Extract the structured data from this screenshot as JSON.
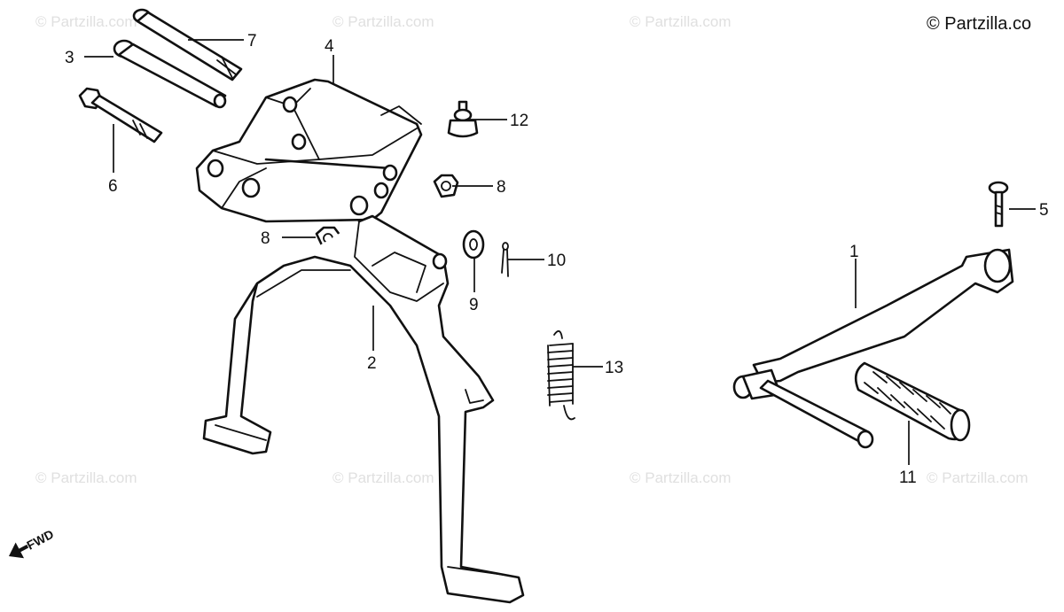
{
  "copyright": "© Partzilla.co",
  "watermark_text": "© Partzilla.com",
  "direction_label": "FWD",
  "callouts": {
    "p1": "1",
    "p2": "2",
    "p3": "3",
    "p4": "4",
    "p5": "5",
    "p6": "6",
    "p7": "7",
    "p8a": "8",
    "p8b": "8",
    "p9": "9",
    "p10": "10",
    "p11": "11",
    "p12": "12",
    "p13": "13"
  },
  "colors": {
    "line": "#111111",
    "watermark": "#e0e0e0",
    "background": "#ffffff"
  }
}
